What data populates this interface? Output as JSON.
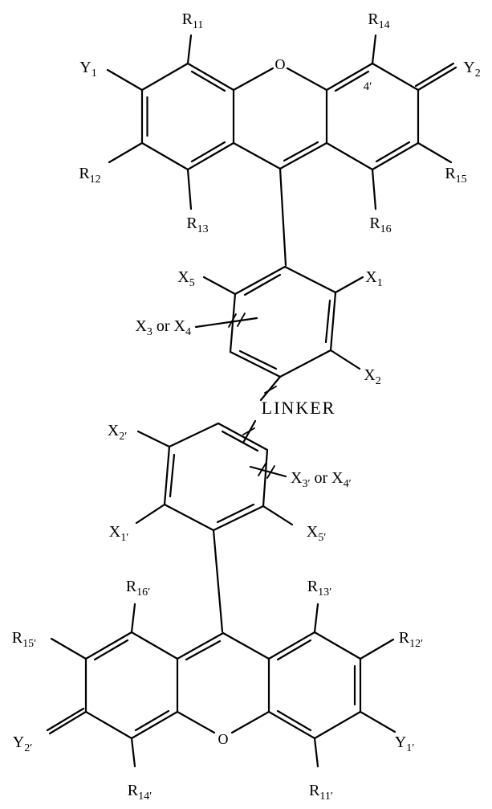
{
  "figure": {
    "type": "chemical-structure",
    "background_color": "#ffffff",
    "line_color": "#000000",
    "description_labels": {
      "o_top": "O",
      "pos4": "4′",
      "r11": {
        "base": "R",
        "sub": "11"
      },
      "r12": {
        "base": "R",
        "sub": "12"
      },
      "r13": {
        "base": "R",
        "sub": "13"
      },
      "r14": {
        "base": "R",
        "sub": "14"
      },
      "r15": {
        "base": "R",
        "sub": "15"
      },
      "r16": {
        "base": "R",
        "sub": "16"
      },
      "y1": {
        "base": "Y",
        "sub": "1"
      },
      "y2": {
        "base": "Y",
        "sub": "2"
      },
      "x1": {
        "base": "X",
        "sub": "1"
      },
      "x2": {
        "base": "X",
        "sub": "2"
      },
      "x5": {
        "base": "X",
        "sub": "5"
      },
      "x3_or_x4": {
        "p1": "X",
        "s1": "3",
        "p2": " or X",
        "s2": "4"
      },
      "linker": "LINKER",
      "x2p": {
        "base": "X",
        "sub": "2′"
      },
      "x1p": {
        "base": "X",
        "sub": "1′"
      },
      "x5p": {
        "base": "X",
        "sub": "5′"
      },
      "x3p_or_x4p": {
        "p1": "X",
        "s1": "3′",
        "p2": " or X",
        "s2": "4′"
      },
      "r11p": {
        "base": "R",
        "sub": "11′"
      },
      "r12p": {
        "base": "R",
        "sub": "12′"
      },
      "r13p": {
        "base": "R",
        "sub": "13′"
      },
      "r14p": {
        "base": "R",
        "sub": "14′"
      },
      "r15p": {
        "base": "R",
        "sub": "15′"
      },
      "r16p": {
        "base": "R",
        "sub": "16′"
      },
      "y1p": {
        "base": "Y",
        "sub": "1′"
      },
      "y2p": {
        "base": "Y",
        "sub": "2′"
      },
      "o_bottom": "O"
    }
  }
}
